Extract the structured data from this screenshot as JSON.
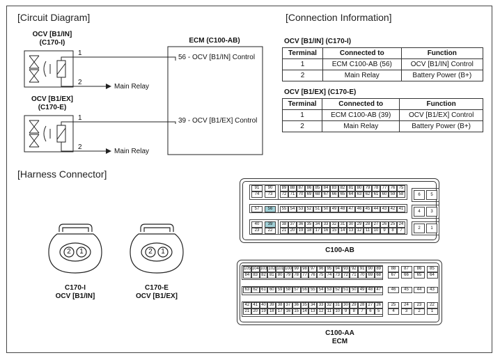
{
  "sections": {
    "circuit": "[Circuit Diagram]",
    "connection": "[Connection Information]",
    "harness": "[Harness Connector]"
  },
  "circuit": {
    "ocv_in_title": "OCV [B1/IN]",
    "ocv_in_conn": "(C170-I)",
    "ocv_ex_title": "OCV [B1/EX]",
    "ocv_ex_conn": "(C170-E)",
    "ecm_title": "ECM (C100-AB)",
    "pin1": "1",
    "pin2": "2",
    "main_relay": "Main Relay",
    "ecm_in": "56 - OCV [B1/IN] Control",
    "ecm_ex": "39 - OCV [B1/EX] Control"
  },
  "tables": [
    {
      "title": "OCV [B1/IN] (C170-I)",
      "headers": [
        "Terminal",
        "Connected to",
        "Function"
      ],
      "rows": [
        [
          "1",
          "ECM C100-AB (56)",
          "OCV [B1/IN] Control"
        ],
        [
          "2",
          "Main Relay",
          "Battery Power (B+)"
        ]
      ]
    },
    {
      "title": "OCV [B1/EX] (C170-E)",
      "headers": [
        "Terminal",
        "Connected to",
        "Function"
      ],
      "rows": [
        [
          "1",
          "ECM C100-AB (39)",
          "OCV [B1/EX] Control"
        ],
        [
          "2",
          "Main Relay",
          "Battery Power (B+)"
        ]
      ]
    }
  ],
  "harness": {
    "c170i": {
      "pins": [
        "2",
        "1"
      ],
      "label1": "C170-I",
      "label2": "OCV [B1/IN]"
    },
    "c170e": {
      "pins": [
        "2",
        "1"
      ],
      "label1": "C170-E",
      "label2": "OCV [B1/EX]"
    },
    "c100ab": {
      "label": "C100-AB",
      "highlight": [
        "56",
        "39"
      ],
      "left_rows": [
        [
          "91",
          "90"
        ],
        [
          "74",
          "73"
        ],
        [
          "57",
          "56"
        ],
        [
          "40",
          "39"
        ],
        [
          "23",
          "22"
        ]
      ],
      "main_rows": [
        [
          "89",
          "88",
          "87",
          "86",
          "85",
          "84",
          "83",
          "82",
          "81",
          "80",
          "79",
          "78",
          "77",
          "76",
          "75"
        ],
        [
          "72",
          "71",
          "70",
          "69",
          "68",
          "67",
          "66",
          "65",
          "64",
          "63",
          "62",
          "61",
          "60",
          "59",
          "58"
        ],
        [
          "55",
          "54",
          "53",
          "52",
          "51",
          "50",
          "49",
          "48",
          "47",
          "46",
          "45",
          "44",
          "43",
          "42",
          "41"
        ],
        [
          "38",
          "37",
          "36",
          "35",
          "34",
          "33",
          "32",
          "31",
          "30",
          "29",
          "28",
          "27",
          "26",
          "25",
          "24"
        ],
        [
          "21",
          "20",
          "19",
          "18",
          "17",
          "16",
          "15",
          "14",
          "13",
          "12",
          "11",
          "10",
          "9",
          "8",
          "7"
        ]
      ],
      "right_rows": [
        [
          "6",
          "5"
        ],
        [
          "4",
          "3"
        ],
        [
          "2",
          "1"
        ]
      ]
    },
    "c100aa": {
      "label1": "C100-AA",
      "label2": "ECM",
      "main_rows": [
        [
          "105",
          "104",
          "103",
          "102",
          "101",
          "100",
          "99",
          "98",
          "97",
          "96",
          "95",
          "94",
          "93",
          "92",
          "91",
          "90",
          "89"
        ],
        [
          "84",
          "83",
          "82",
          "81",
          "80",
          "79",
          "78",
          "77",
          "76",
          "75",
          "74",
          "73",
          "72",
          "71",
          "70",
          "69",
          "68"
        ],
        [
          "63",
          "62",
          "61",
          "60",
          "59",
          "58",
          "57",
          "56",
          "55",
          "54",
          "53",
          "52",
          "51",
          "50",
          "49",
          "48",
          "47"
        ],
        [
          "42",
          "41",
          "40",
          "39",
          "38",
          "37",
          "36",
          "35",
          "34",
          "33",
          "32",
          "31",
          "30",
          "29",
          "28",
          "27",
          "26"
        ],
        [
          "21",
          "20",
          "19",
          "18",
          "17",
          "16",
          "15",
          "14",
          "13",
          "12",
          "11",
          "10",
          "9",
          "8",
          "7",
          "6",
          "5"
        ]
      ],
      "right_rows": [
        [
          "88",
          "87",
          "86",
          "85"
        ],
        [
          "67",
          "66",
          "65",
          "64"
        ],
        [
          "46",
          "45",
          "44",
          "43"
        ],
        [
          "25",
          "24",
          "23",
          "22"
        ],
        [
          "4",
          "3",
          "2",
          "1"
        ]
      ]
    }
  }
}
